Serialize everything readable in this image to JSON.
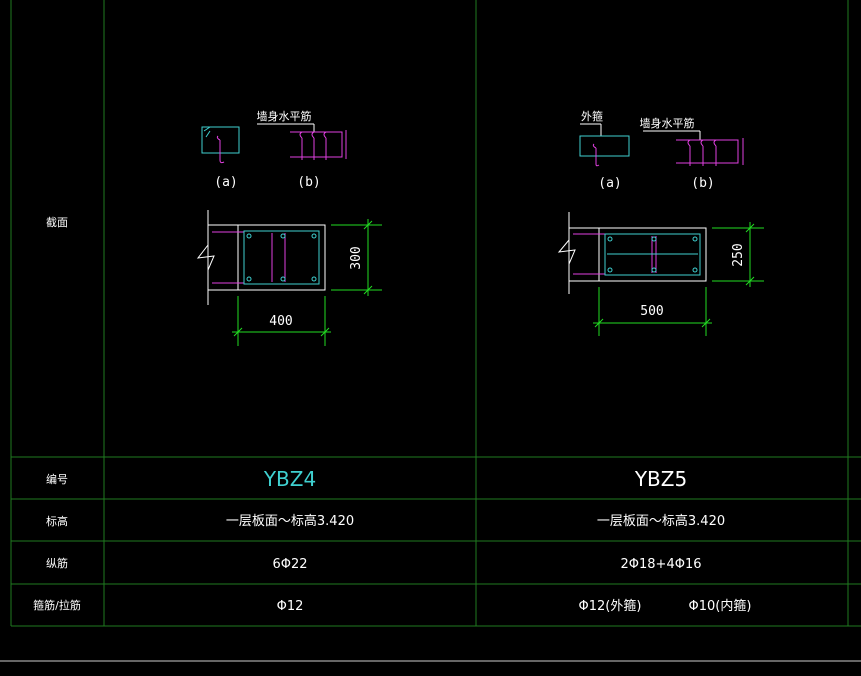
{
  "colors": {
    "background": "#000000",
    "grid": "#1f7a1f",
    "section": "#3fd0d0",
    "wall": "#ffffff",
    "rebar": "#e040e0",
    "dimension": "#22dd22",
    "code_ybz4": "#3fd0d0",
    "code_ybz5": "#ffffff"
  },
  "rows": {
    "section_label": "截面",
    "id_label": "编号",
    "elevation_label": "标高",
    "longitudinal_label": "纵筋",
    "stirrup_label": "箍筋/拉筋"
  },
  "columns": [
    {
      "code": "YBZ4",
      "elevation": "一层板面～标高3.420",
      "longitudinal": "6Φ22",
      "stirrup_parts": [
        "Φ12"
      ],
      "detail_a": "(a)",
      "detail_b": "(b)",
      "detail_b_note": "墙身水平筋",
      "detail_a_note": "",
      "dim_width": "400",
      "dim_height": "300"
    },
    {
      "code": "YBZ5",
      "elevation": "一层板面～标高3.420",
      "longitudinal": "2Φ18+4Φ16",
      "stirrup_parts": [
        "Φ12(外箍)",
        "Φ10(内箍)"
      ],
      "detail_a": "(a)",
      "detail_b": "(b)",
      "detail_b_note": "墙身水平筋",
      "detail_a_note": "外箍",
      "dim_width": "500",
      "dim_height": "250"
    }
  ]
}
